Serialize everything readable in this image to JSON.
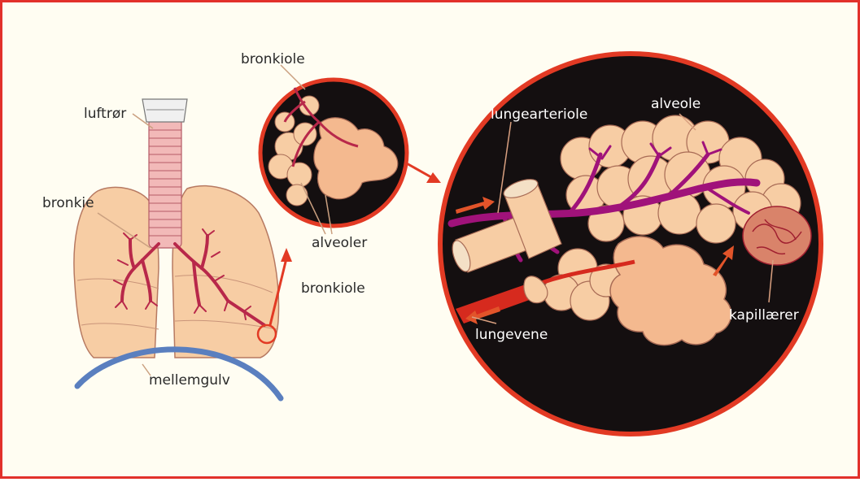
{
  "colors": {
    "background": "#fffdf2",
    "frame_border": "#e2312b",
    "lung": "#f7cda4",
    "lung_outline": "#b77a62",
    "bronchi_red": "#b8284a",
    "vessel_purple": "#a0127a",
    "vessel_red": "#d62a1e",
    "zoom_circle_fill": "#140f10",
    "zoom_circle_stroke": "#e23a24",
    "diaphragm": "#5a7fbf",
    "label_text": "#2a2a2a",
    "label_text_on_dark": "#ffffff"
  },
  "labels": {
    "luftror": "luftrør",
    "bronkie": "bronkie",
    "mellemgulv": "mellemgulv",
    "bronkiole_top": "bronkiole",
    "alveoler": "alveoler",
    "bronkiole_mid": "bronkiole",
    "lungearteriole": "lungearteriole",
    "alveole": "alveole",
    "kapillaerer": "kapillærer",
    "lungevene": "lungevene"
  }
}
